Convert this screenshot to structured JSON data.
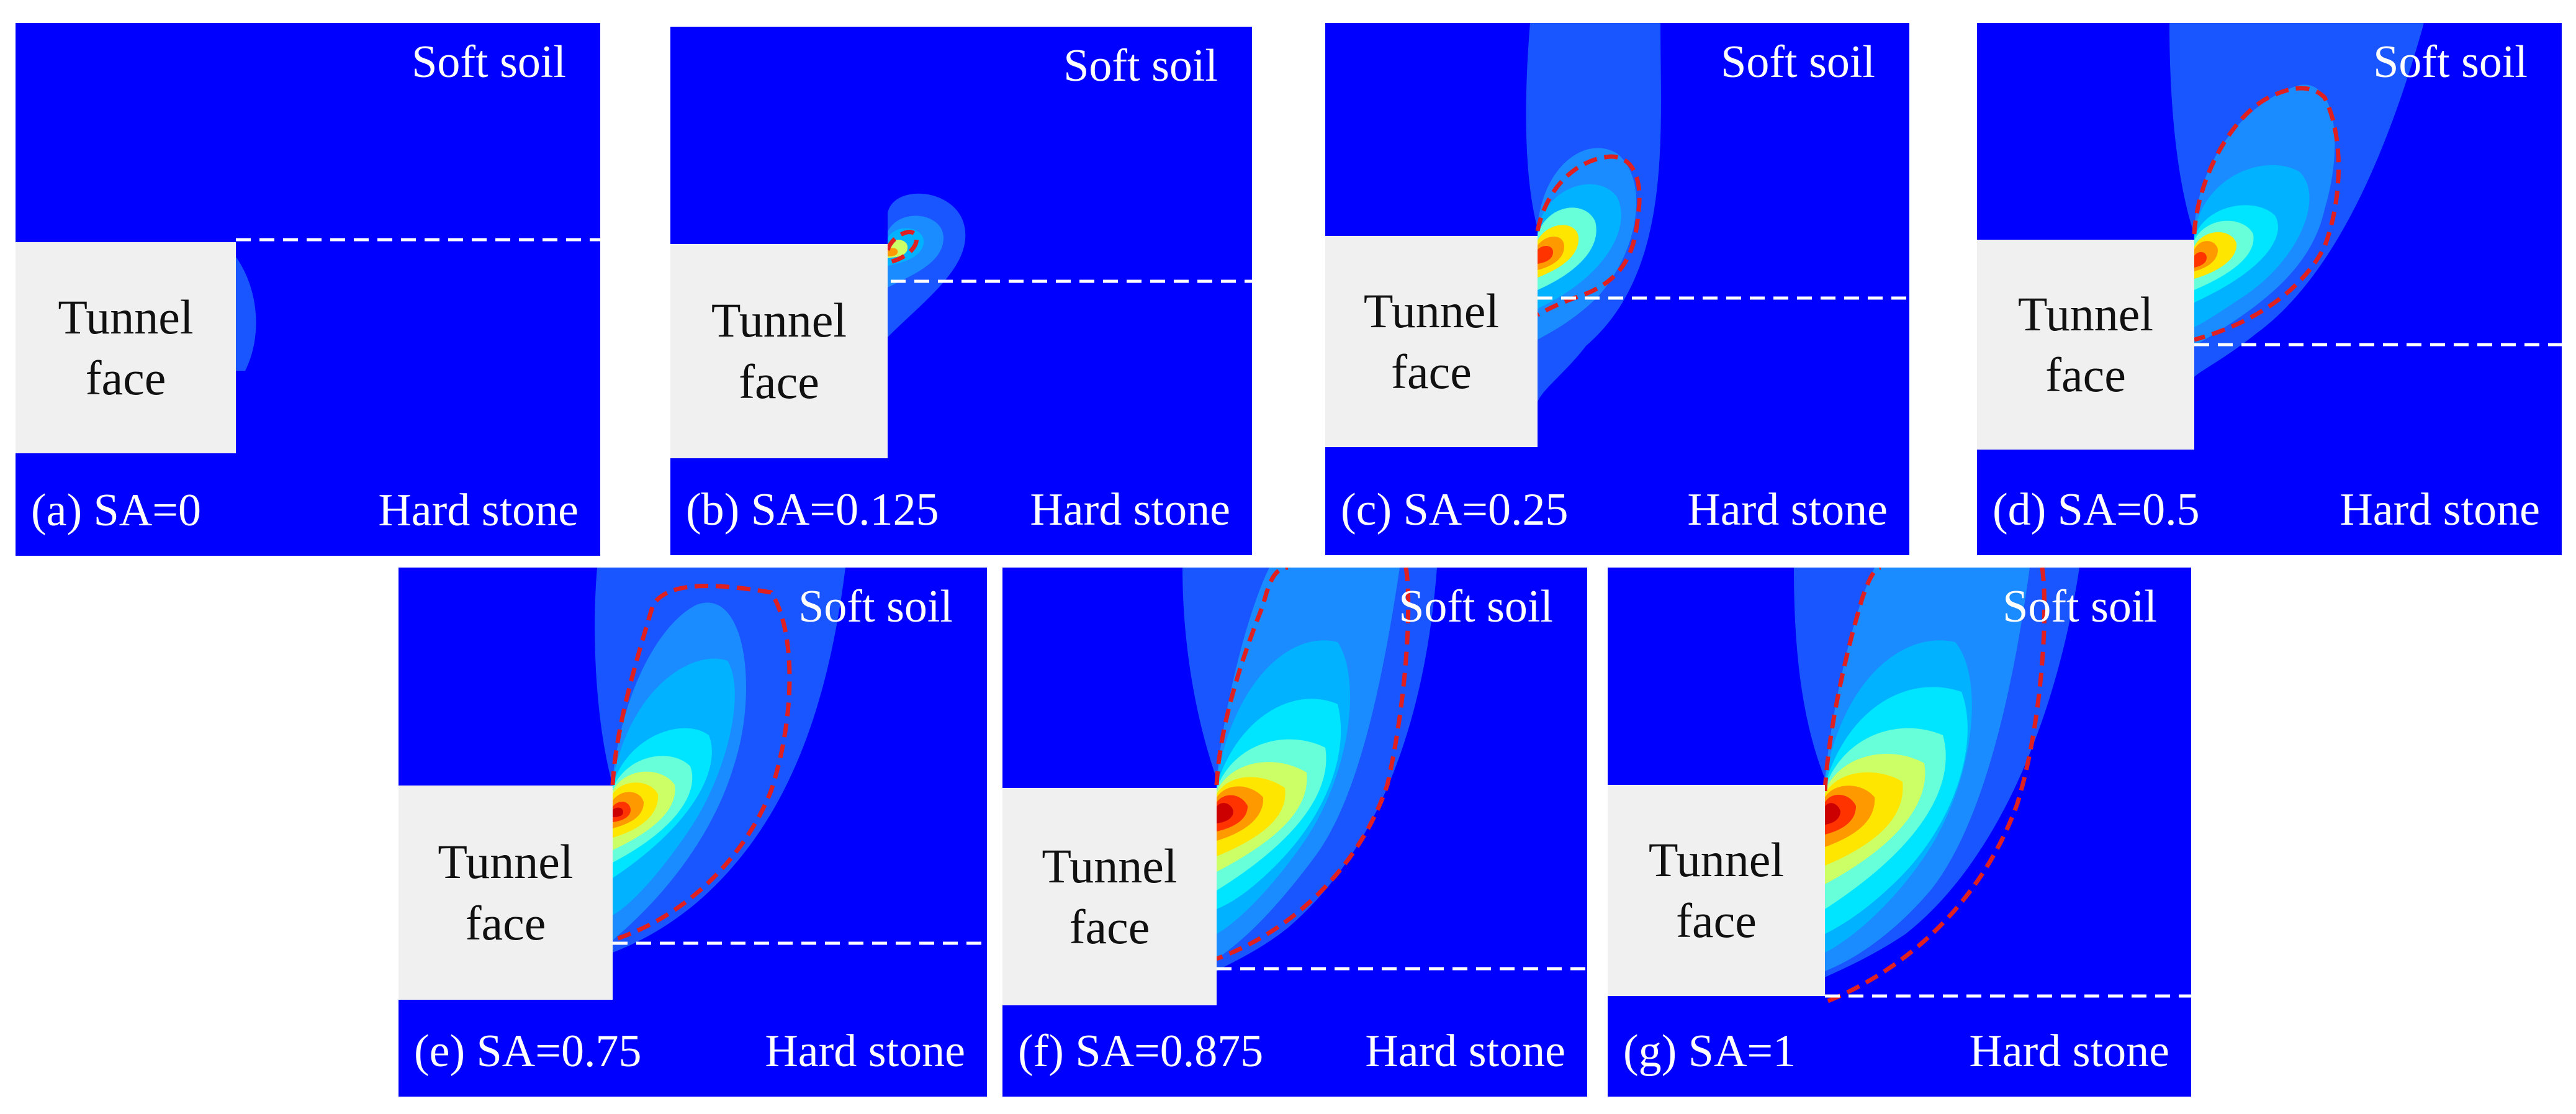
{
  "colors": {
    "background": "#0000ff",
    "face": "#f0f0f0",
    "boundary": "#e02020",
    "interface": "#ffffff",
    "contour_levels": [
      "#0000ff",
      "#1a56ff",
      "#1a8cff",
      "#00b2ff",
      "#00e5ff",
      "#66ffd9",
      "#ccff66",
      "#ffe600",
      "#ff9900",
      "#ff3300",
      "#cc0000"
    ]
  },
  "panels": [
    {
      "caption": "(a) SA=0",
      "sa": 0,
      "soft_label": "Soft soil",
      "hard_label": "Hard stone",
      "face_line1": "Tunnel",
      "face_line2": "face"
    },
    {
      "caption": "(b) SA=0.125",
      "sa": 0.125,
      "soft_label": "Soft soil",
      "hard_label": "Hard stone",
      "face_line1": "Tunnel",
      "face_line2": "face"
    },
    {
      "caption": "(c) SA=0.25",
      "sa": 0.25,
      "soft_label": "Soft soil",
      "hard_label": "Hard stone",
      "face_line1": "Tunnel",
      "face_line2": "face"
    },
    {
      "caption": "(d) SA=0.5",
      "sa": 0.5,
      "soft_label": "Soft soil",
      "hard_label": "Hard stone",
      "face_line1": "Tunnel",
      "face_line2": "face"
    },
    {
      "caption": "(e) SA=0.75",
      "sa": 0.75,
      "soft_label": "Soft soil",
      "hard_label": "Hard stone",
      "face_line1": "Tunnel",
      "face_line2": "face"
    },
    {
      "caption": "(f) SA=0.875",
      "sa": 0.875,
      "soft_label": "Soft soil",
      "hard_label": "Hard stone",
      "face_line1": "Tunnel",
      "face_line2": "face"
    },
    {
      "caption": "(g) SA=1",
      "sa": 1,
      "soft_label": "Soft soil",
      "hard_label": "Hard stone",
      "face_line1": "Tunnel",
      "face_line2": "face"
    }
  ]
}
